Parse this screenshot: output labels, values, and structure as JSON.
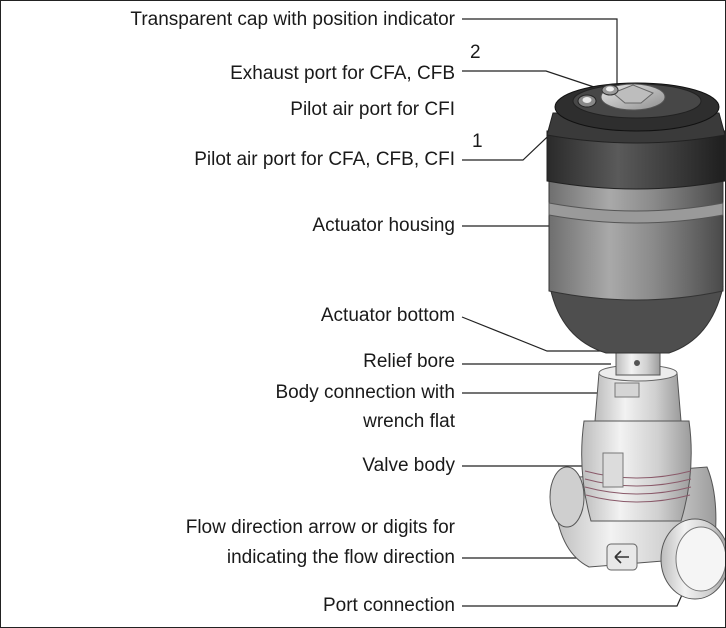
{
  "labels": {
    "transparent_cap": "Transparent cap with position indicator",
    "exhaust_port": "Exhaust port for CFA, CFB",
    "pilot_port_cfi": "Pilot air port for CFI",
    "pilot_port_all": "Pilot air port for CFA, CFB, CFI",
    "actuator_housing": "Actuator housing",
    "actuator_bottom": "Actuator bottom",
    "relief_bore": "Relief bore",
    "body_connection_1": "Body connection with",
    "body_connection_2": "wrench flat",
    "valve_body": "Valve body",
    "flow_arrow_1": "Flow direction arrow or digits for",
    "flow_arrow_2": "indicating the flow direction",
    "port_connection": "Port connection"
  },
  "port_numbers": {
    "port_2": "2",
    "port_1": "1"
  }
}
